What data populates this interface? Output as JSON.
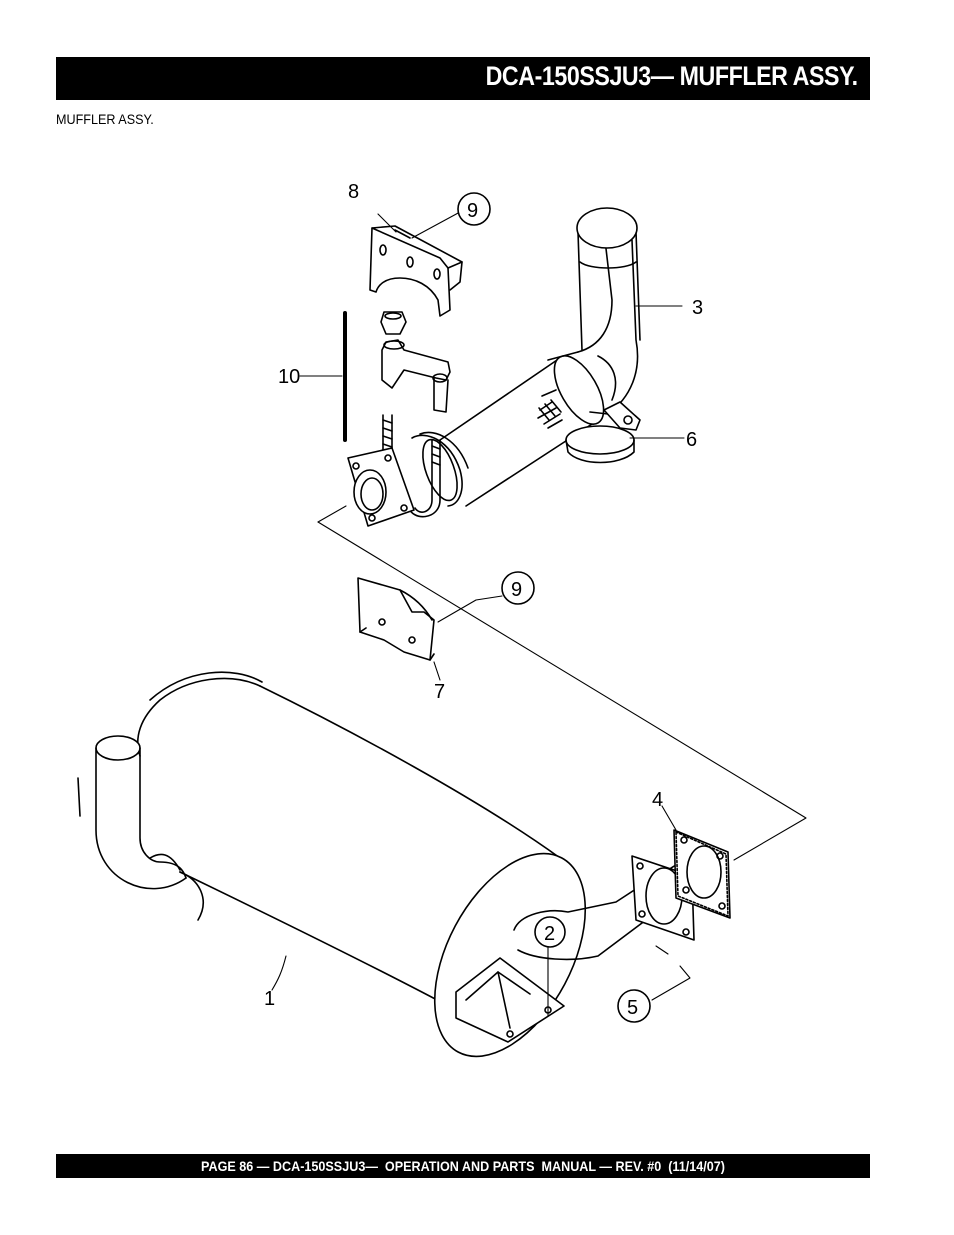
{
  "header": {
    "title": "DCA-150SSJU3— MUFFLER ASSY."
  },
  "section": {
    "label": "MUFFLER ASSY."
  },
  "callouts": {
    "c1": "1",
    "c2": "2",
    "c3": "3",
    "c4": "4",
    "c5": "5",
    "c6": "6",
    "c7": "7",
    "c8": "8",
    "c9a": "9",
    "c9b": "9",
    "c10": "10"
  },
  "footer": {
    "text": "PAGE 86 — DCA-150SSJU3—  OPERATION AND PARTS  MANUAL — REV. #0  (11/14/07)"
  }
}
